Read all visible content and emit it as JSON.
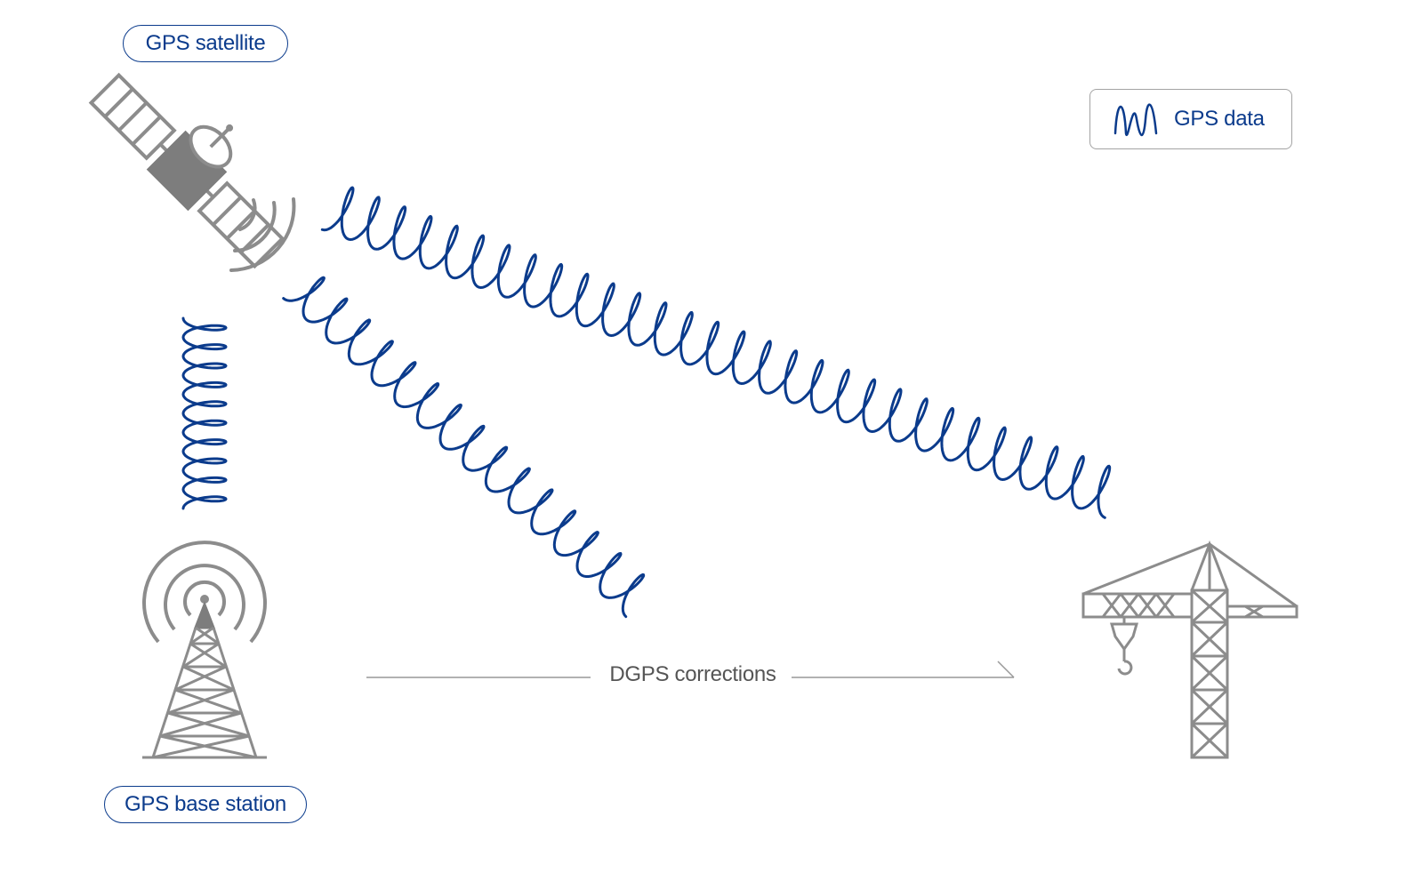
{
  "labels": {
    "satellite": "GPS satellite",
    "base_station": "GPS base station",
    "corrections": "DGPS corrections"
  },
  "legend": {
    "label": "GPS data",
    "icon": "wave-icon"
  },
  "colors": {
    "signal": "#0b3b8c",
    "equipment": "#8c8c8c",
    "equipment_fill": "#7d7d7d",
    "arrow": "#999999"
  },
  "icons": {
    "satellite": "satellite-icon",
    "tower": "radio-tower-icon",
    "crane": "crane-icon"
  }
}
